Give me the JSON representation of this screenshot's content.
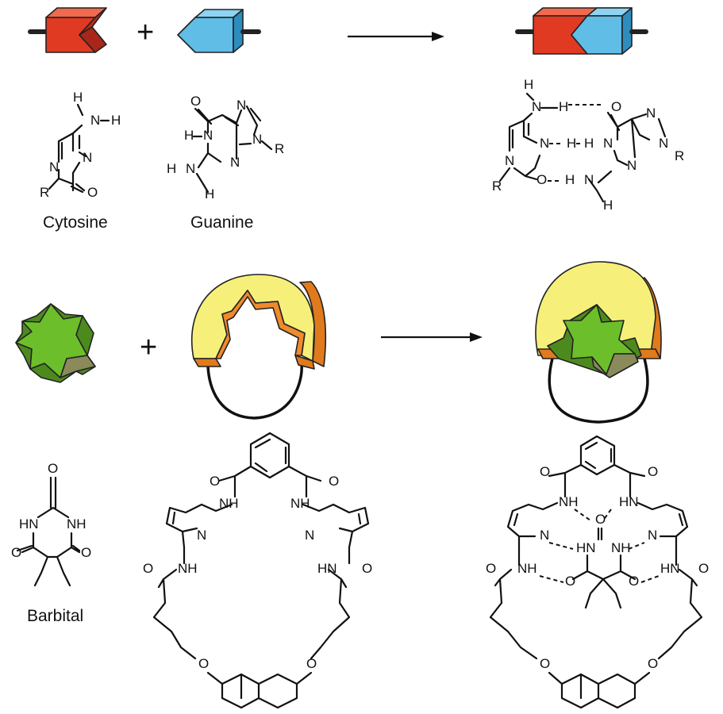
{
  "labels": {
    "cytosine": "Cytosine",
    "guanine": "Guanine",
    "barbital": "Barbital"
  },
  "operators": {
    "plus": "+"
  },
  "atoms": {
    "H": "H",
    "N": "N",
    "O": "O",
    "R": "R",
    "NH": "NH",
    "HN": "HN"
  },
  "colors": {
    "red_block": "#e03a22",
    "red_block_dark": "#a8261a",
    "blue_block": "#5fbde6",
    "blue_block_dark": "#2e8dbf",
    "yellow_host": "#f6f07a",
    "orange_edge": "#f08a2c",
    "green_guest": "#6cbf2a",
    "green_guest_dark": "#4c8a1e"
  },
  "icons": {
    "red_block": "red-notched-block-icon",
    "blue_block": "blue-pointed-block-icon",
    "complex_blocks": "docked-blocks-icon",
    "green_star": "green-star-guest-icon",
    "host": "horseshoe-host-icon",
    "arrow": "reaction-arrow-icon"
  }
}
